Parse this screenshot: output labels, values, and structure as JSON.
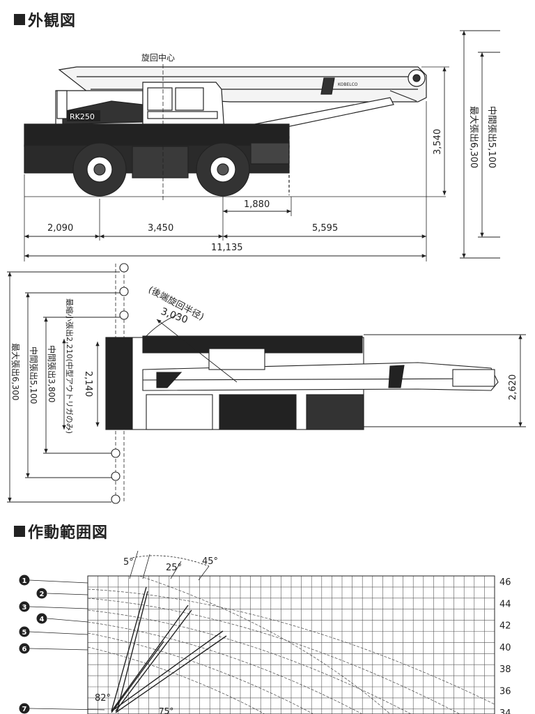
{
  "sections": {
    "exterior_title": "外観図",
    "range_title": "作動範囲図"
  },
  "side_view": {
    "center_label": "旋回中心",
    "model_label": "RK250",
    "brand_label": "KOBELCO",
    "dim_height": "3,540",
    "dim_1880": "1,880",
    "dim_2090": "2,090",
    "dim_3450": "3,450",
    "dim_5595": "5,595",
    "dim_total": "11,135",
    "outrigger_mid": "中間張出5,100",
    "outrigger_max": "最大張出6,300"
  },
  "top_view": {
    "tail_radius_label": "(後端旋回半径)",
    "tail_radius": "3,030",
    "width_2620": "2,620",
    "width_2140": "2,140",
    "outrigger_min": "最縮小張出2,210(中型アウトリガのみ)",
    "outrigger_3800": "中間張出3,800",
    "outrigger_5100": "中間張出5,100",
    "outrigger_6300": "最大張出6,300"
  },
  "range_chart": {
    "angle_5": "5°",
    "angle_25": "25°",
    "angle_45": "45°",
    "angle_82": "82°",
    "angle_bottom": "75°",
    "markers": [
      "1",
      "2",
      "3",
      "4",
      "5",
      "6",
      "7"
    ],
    "y_ticks": [
      "46",
      "44",
      "42",
      "40",
      "38",
      "36",
      "34"
    ]
  }
}
